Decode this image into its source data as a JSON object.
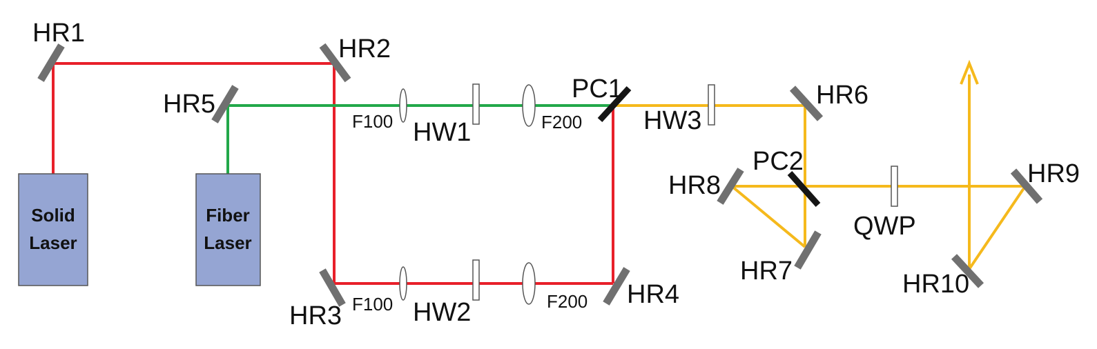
{
  "colors": {
    "red_beam": "#e8202a",
    "green_beam": "#22a84a",
    "yellow_beam": "#f5b91c",
    "mirror_gray": "#707070",
    "polarizer_black": "#151515",
    "laser_box": "#95a5d3"
  },
  "sources": {
    "solid_laser": {
      "line1": "Solid",
      "line2": "Laser"
    },
    "fiber_laser": {
      "line1": "Fiber",
      "line2": "Laser"
    }
  },
  "mirrors": {
    "hr1": "HR1",
    "hr2": "HR2",
    "hr3": "HR3",
    "hr4": "HR4",
    "hr5": "HR5",
    "hr6": "HR6",
    "hr7": "HR7",
    "hr8": "HR8",
    "hr9": "HR9",
    "hr10": "HR10"
  },
  "polarizers": {
    "pc1": "PC1",
    "pc2": "PC2"
  },
  "waveplates": {
    "hw1": "HW1",
    "hw2": "HW2",
    "hw3": "HW3",
    "qwp": "QWP"
  },
  "lenses": {
    "f100_top": "F100",
    "f200_top": "F200",
    "f100_bottom": "F100",
    "f200_bottom": "F200"
  }
}
